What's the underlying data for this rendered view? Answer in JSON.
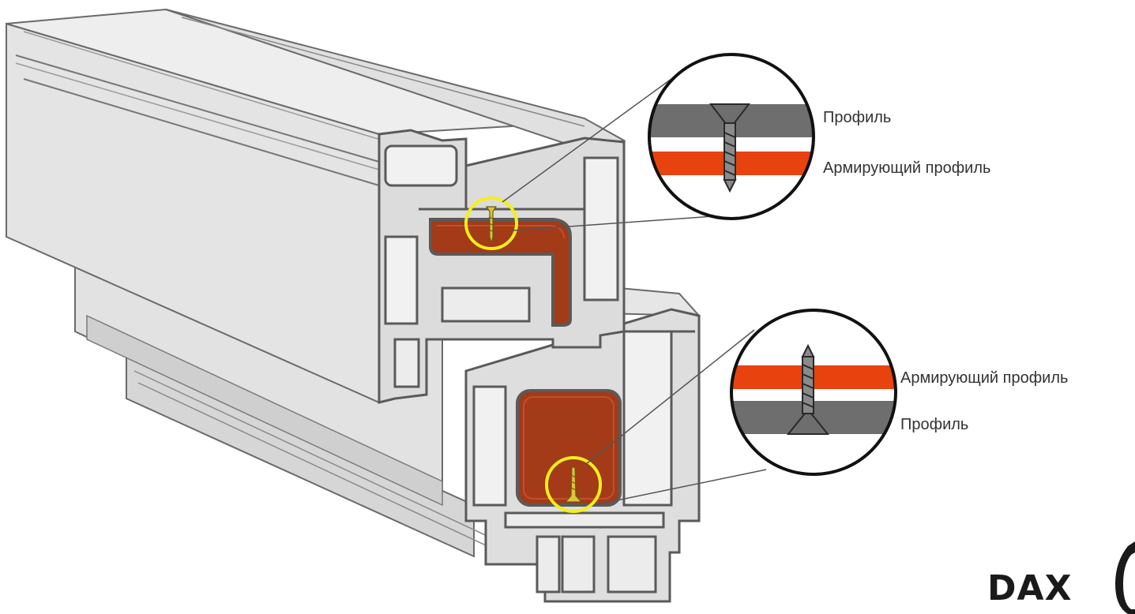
{
  "callout_top": {
    "label_outer": "Профиль",
    "label_reinforcement": "Армирующий профиль"
  },
  "callout_bottom": {
    "label_reinforcement": "Армирующий профиль",
    "label_outer": "Профиль"
  },
  "logo": {
    "text": "DAX"
  },
  "colors": {
    "profile_grey": "#d9d9d9",
    "profile_edge": "#5a5a5a",
    "reinforcement": "#a33a18",
    "reinforcement_stripe": "#e8430f",
    "highlight_ring": "#f5ef1a",
    "callout_dark_band": "#6e6e6e"
  }
}
